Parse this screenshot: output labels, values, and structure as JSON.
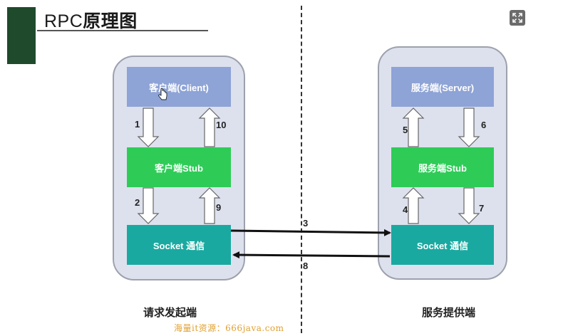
{
  "title": {
    "prefix": "RPC",
    "suffix": "原理图"
  },
  "left": {
    "client_label": "客户端(Client)",
    "stub_label": "客户端Stub",
    "socket_label": "Socket 通信",
    "caption": "请求发起端"
  },
  "right": {
    "server_label": "服务端(Server)",
    "stub_label": "服务端Stub",
    "socket_label": "Socket 通信",
    "caption": "服务提供端"
  },
  "steps": {
    "s1": "1",
    "s2": "2",
    "s3": "3",
    "s4": "4",
    "s5": "5",
    "s6": "6",
    "s7": "7",
    "s8": "8",
    "s9": "9",
    "s10": "10"
  },
  "watermark": "海量it资源：666java.com",
  "colors": {
    "client_box": "#8ea3d6",
    "stub_box": "#2ecc57",
    "socket_box": "#1aa9a0",
    "panel_bg": "#dde1ee",
    "title_block": "#1f4a2c"
  },
  "icons": {
    "expand": "expand-icon",
    "cursor": "hand-cursor-icon"
  }
}
